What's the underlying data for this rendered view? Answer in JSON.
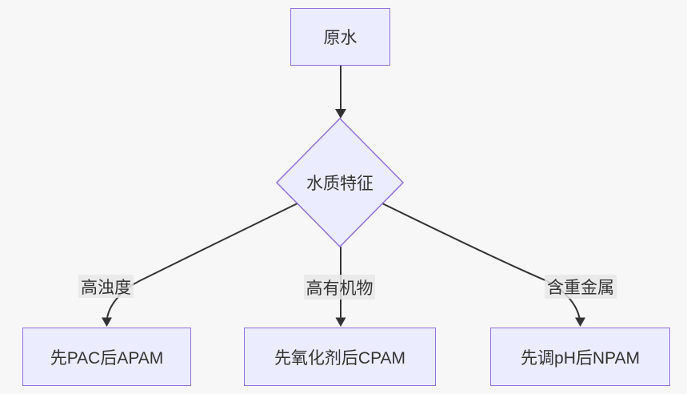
{
  "diagram": {
    "type": "flowchart",
    "direction": "top-down",
    "colors": {
      "background": "#f7f7f7",
      "node_fill": "#ECECFF",
      "node_border": "#9370DB",
      "edge_line": "#333333",
      "edge_label_background": "#e8e8e8",
      "text": "#333333"
    },
    "nodes": [
      {
        "id": "raw-water",
        "shape": "rectangle",
        "label": "原水"
      },
      {
        "id": "water-quality",
        "shape": "diamond",
        "label": "水质特征"
      },
      {
        "id": "pac-apam",
        "shape": "rectangle",
        "label": "先PAC后APAM"
      },
      {
        "id": "oxidant-cpam",
        "shape": "rectangle",
        "label": "先氧化剂后CPAM"
      },
      {
        "id": "ph-npam",
        "shape": "rectangle",
        "label": "先调pH后NPAM"
      }
    ],
    "edges": [
      {
        "from": "raw-water",
        "to": "water-quality",
        "label": ""
      },
      {
        "from": "water-quality",
        "to": "pac-apam",
        "label": "高浊度"
      },
      {
        "from": "water-quality",
        "to": "oxidant-cpam",
        "label": "高有机物"
      },
      {
        "from": "water-quality",
        "to": "ph-npam",
        "label": "含重金属"
      }
    ]
  }
}
